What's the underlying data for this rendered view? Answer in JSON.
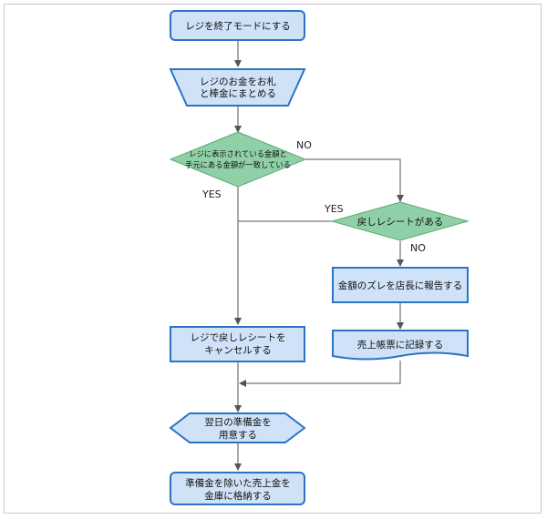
{
  "nodes": {
    "n1": [
      "レジを終了モードにする"
    ],
    "n2": [
      "レジのお金をお札",
      "と棒金にまとめる"
    ],
    "d1": [
      "レジに表示されている金額と",
      "手元にある金額が一致している"
    ],
    "d2": [
      "戻しレシートがある"
    ],
    "n3": [
      "金額のズレを店長に報告する"
    ],
    "n4": [
      "売上帳票に記録する"
    ],
    "n5": [
      "レジで戻しレシートを",
      "キャンセルする"
    ],
    "n6": [
      "翌日の準備金を",
      "用意する"
    ],
    "n7": [
      "準備金を除いた売上金を",
      "金庫に格納する"
    ]
  },
  "edge_labels": {
    "d1_no": "NO",
    "d1_yes": "YES",
    "d2_yes": "YES",
    "d2_no": "NO"
  },
  "colors": {
    "process_fill": "#cfe2f7",
    "process_stroke": "#2b74c4",
    "decision_fill": "#8fd0a6",
    "connector": "#555555"
  }
}
